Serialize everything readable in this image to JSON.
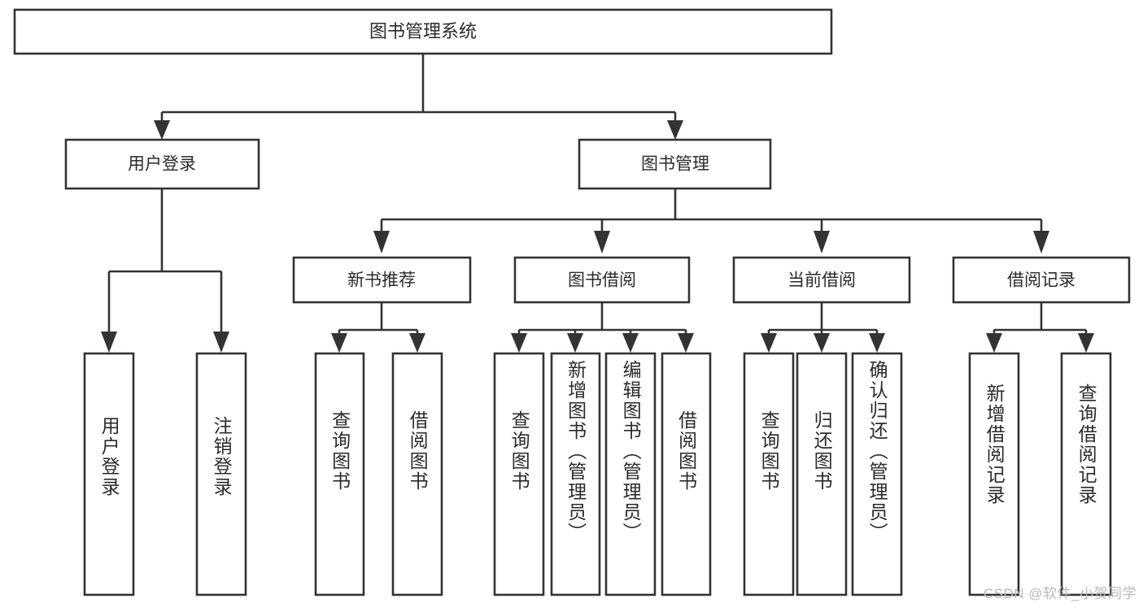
{
  "diagram": {
    "type": "tree-hierarchy-chart",
    "title": "图书管理系统",
    "watermark": "CSDN @软件_小贺同学",
    "colors": {
      "stroke": "#333333",
      "box_fill": "#ffffff",
      "text": "#2b2b2b",
      "background": "#ffffff",
      "watermark": "#b9b9b9"
    },
    "levels": {
      "root": {
        "label": "图书管理系统"
      },
      "level2": [
        {
          "label": "用户登录"
        },
        {
          "label": "图书管理"
        }
      ],
      "level3": [
        {
          "label": "新书推荐"
        },
        {
          "label": "图书借阅"
        },
        {
          "label": "当前借阅"
        },
        {
          "label": "借阅记录"
        }
      ],
      "leaves": {
        "user_login": [
          {
            "label": "用户登录"
          },
          {
            "label": "注销登录"
          }
        ],
        "new_book_recommend": [
          {
            "label": "查询图书"
          },
          {
            "label": "借阅图书"
          }
        ],
        "book_borrow": [
          {
            "label": "查询图书"
          },
          {
            "label": "新增图书（管理员）"
          },
          {
            "label": "编辑图书（管理员）"
          },
          {
            "label": "借阅图书"
          }
        ],
        "current_borrow": [
          {
            "label": "查询图书"
          },
          {
            "label": "归还图书"
          },
          {
            "label": "确认归还（管理员）"
          }
        ],
        "borrow_record": [
          {
            "label": "新增借阅记录"
          },
          {
            "label": "查询借阅记录"
          }
        ]
      }
    }
  }
}
